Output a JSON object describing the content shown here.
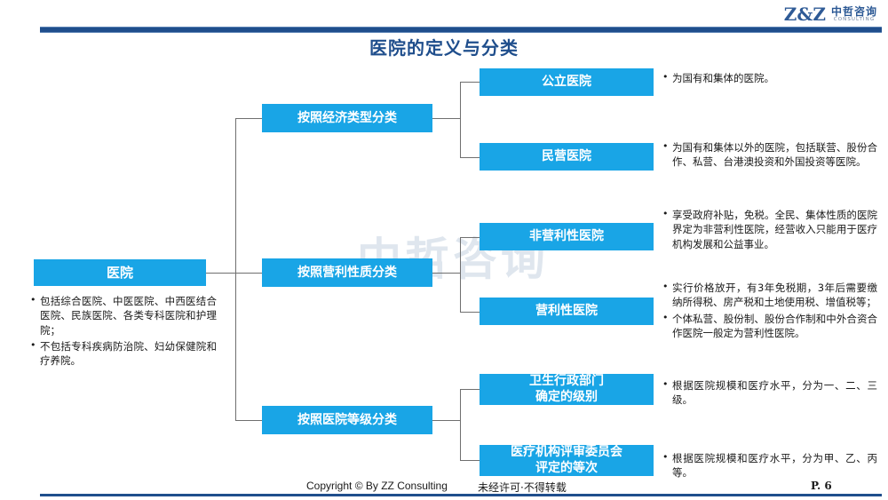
{
  "header": {
    "logo_mark": "Z&Z",
    "logo_cn": "中哲咨询",
    "logo_en": "CONSULTING",
    "title": "医院的定义与分类"
  },
  "watermark": "中哲咨询",
  "colors": {
    "node_blue": "#19a5e6",
    "brand_navy": "#1f4e8c",
    "connector_gray": "#6f6f6f",
    "watermark_gray": "#dfe6ee"
  },
  "root": {
    "label": "医院",
    "bullets": [
      "包括综合医院、中医医院、中西医结合医院、民族医院、各类专科医院和护理院；",
      "不包括专科疾病防治院、妇幼保健院和疗养院。"
    ]
  },
  "branches": [
    {
      "label": "按照经济类型分类",
      "children": [
        {
          "label": "公立医院",
          "bullets": [
            "为国有和集体的医院。"
          ]
        },
        {
          "label": "民营医院",
          "bullets": [
            "为国有和集体以外的医院，包括联营、股份合作、私营、台港澳投资和外国投资等医院。"
          ]
        }
      ]
    },
    {
      "label": "按照营利性质分类",
      "children": [
        {
          "label": "非营利性医院",
          "bullets": [
            "享受政府补贴，免税。全民、集体性质的医院界定为非营利性医院，经营收入只能用于医疗机构发展和公益事业。"
          ]
        },
        {
          "label": "营利性医院",
          "bullets": [
            "实行价格放开，有3年免税期，3年后需要缴纳所得税、房产税和土地使用税、增值税等；",
            "个体私营、股份制、股份合作制和中外合资合作医院一般定为营利性医院。"
          ]
        }
      ]
    },
    {
      "label": "按照医院等级分类",
      "children": [
        {
          "label": "卫生行政部门\n确定的级别",
          "line1": "卫生行政部门",
          "line2": "确定的级别",
          "bullets": [
            "根据医院规模和医疗水平，分为一、二、三级。"
          ]
        },
        {
          "label": "医疗机构评审委员会\n评定的等次",
          "line1": "医疗机构评审委员会",
          "line2": "评定的等次",
          "bullets": [
            "根据医院规模和医疗水平，分为甲、乙、丙等。"
          ]
        }
      ]
    }
  ],
  "footer": {
    "copyright": "Copyright © By  ZZ  Consulting",
    "notice": "未经许可·不得转载",
    "page": "P. 6"
  }
}
